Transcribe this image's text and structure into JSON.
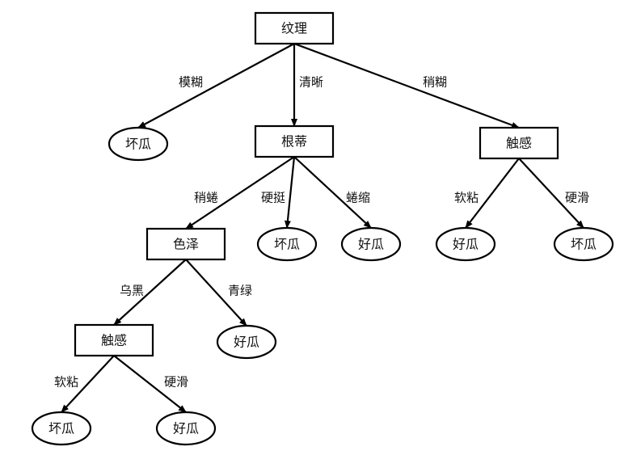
{
  "tree": {
    "nodes": {
      "root": {
        "label": "纹理",
        "kind": "decision"
      },
      "blur_leaf": {
        "label": "坏瓜",
        "kind": "leaf"
      },
      "root_stem": {
        "label": "根蒂",
        "kind": "decision"
      },
      "touch_right": {
        "label": "触感",
        "kind": "decision"
      },
      "color": {
        "label": "色泽",
        "kind": "decision"
      },
      "stiff_leaf": {
        "label": "坏瓜",
        "kind": "leaf"
      },
      "curl_leaf": {
        "label": "好瓜",
        "kind": "leaf"
      },
      "soft_right_leaf": {
        "label": "好瓜",
        "kind": "leaf"
      },
      "hard_right_leaf": {
        "label": "坏瓜",
        "kind": "leaf"
      },
      "touch_left": {
        "label": "触感",
        "kind": "decision"
      },
      "green_leaf": {
        "label": "好瓜",
        "kind": "leaf"
      },
      "soft_left_leaf": {
        "label": "坏瓜",
        "kind": "leaf"
      },
      "hard_left_leaf": {
        "label": "好瓜",
        "kind": "leaf"
      }
    },
    "edges": [
      {
        "from": "root",
        "to": "blur_leaf",
        "label": "模糊"
      },
      {
        "from": "root",
        "to": "root_stem",
        "label": "清晰"
      },
      {
        "from": "root",
        "to": "touch_right",
        "label": "稍糊"
      },
      {
        "from": "root_stem",
        "to": "color",
        "label": "稍蜷"
      },
      {
        "from": "root_stem",
        "to": "stiff_leaf",
        "label": "硬挺"
      },
      {
        "from": "root_stem",
        "to": "curl_leaf",
        "label": "蜷缩"
      },
      {
        "from": "touch_right",
        "to": "soft_right_leaf",
        "label": "软粘"
      },
      {
        "from": "touch_right",
        "to": "hard_right_leaf",
        "label": "硬滑"
      },
      {
        "from": "color",
        "to": "touch_left",
        "label": "乌黑"
      },
      {
        "from": "color",
        "to": "green_leaf",
        "label": "青绿"
      },
      {
        "from": "touch_left",
        "to": "soft_left_leaf",
        "label": "软粘"
      },
      {
        "from": "touch_left",
        "to": "hard_left_leaf",
        "label": "硬滑"
      }
    ]
  }
}
